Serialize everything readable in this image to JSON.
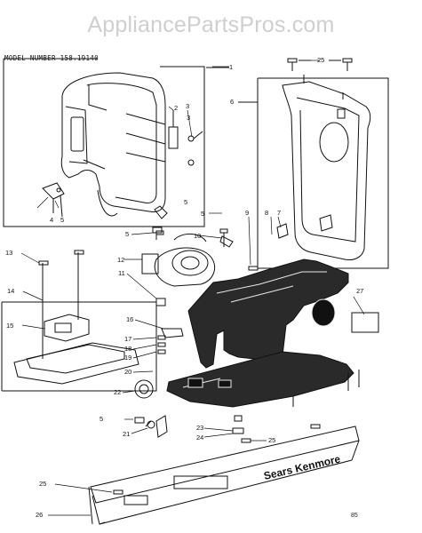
{
  "watermark": "AppliancePartsPros.com",
  "model_label": "MODEL NUMBER 158.19140",
  "brand_text": "Sears Kenmore",
  "page_code": "85",
  "part_numbers": [
    "1",
    "2",
    "3",
    "3",
    "4",
    "5",
    "5",
    "5",
    "6",
    "7",
    "8",
    "9",
    "10",
    "11",
    "12",
    "13",
    "14",
    "15",
    "16",
    "17",
    "18",
    "19",
    "20",
    "21",
    "22",
    "23",
    "24",
    "25",
    "25",
    "25",
    "25",
    "26",
    "27",
    "5",
    "5"
  ],
  "colors": {
    "line": "#111111",
    "watermark": "#cfcfcf",
    "body": "#2a2a2a"
  }
}
